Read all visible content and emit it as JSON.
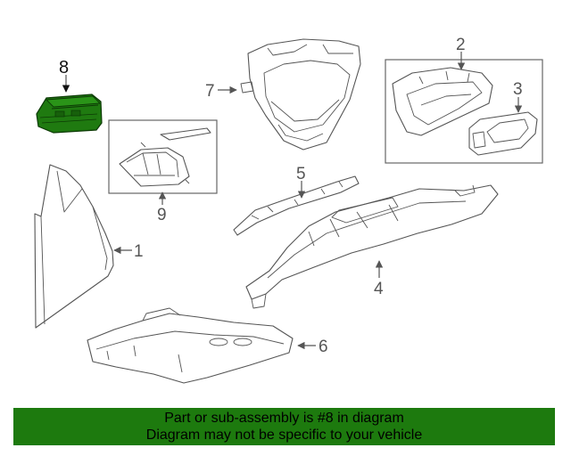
{
  "callouts": [
    {
      "id": "1",
      "label": "1"
    },
    {
      "id": "2",
      "label": "2"
    },
    {
      "id": "3",
      "label": "3"
    },
    {
      "id": "4",
      "label": "4"
    },
    {
      "id": "5",
      "label": "5"
    },
    {
      "id": "6",
      "label": "6"
    },
    {
      "id": "7",
      "label": "7"
    },
    {
      "id": "8",
      "label": "8"
    },
    {
      "id": "9",
      "label": "9"
    }
  ],
  "highlight": {
    "part": "8",
    "color": "#1f7a10"
  },
  "banner": {
    "line1": "Part or sub-assembly is #8 in diagram",
    "line2": "Diagram may not be specific to your vehicle",
    "background": "#1d7a0e"
  }
}
